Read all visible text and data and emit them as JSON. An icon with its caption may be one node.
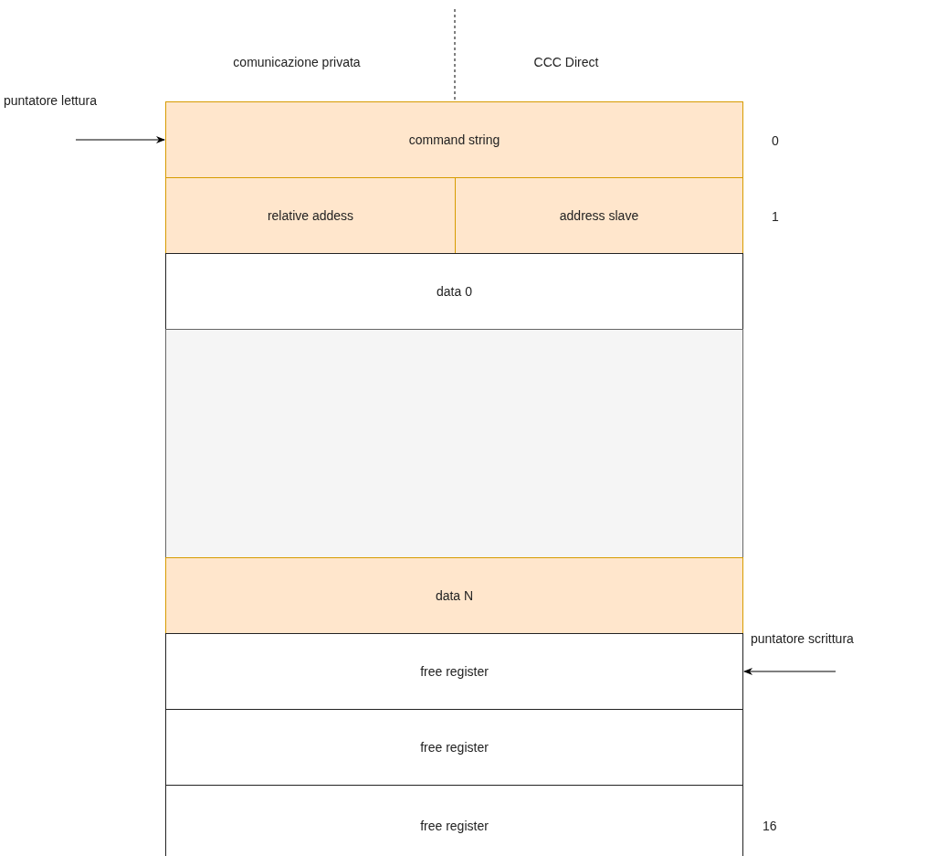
{
  "diagram": {
    "nodes": [
      {
        "text": [
          "command string"
        ]
      },
      {
        "text": [
          "relative addess"
        ]
      },
      {
        "text": [
          "address slave"
        ]
      },
      {
        "text": [
          "data 0"
        ]
      },
      {
        "text": [],
        "shape": "box"
      },
      {
        "text": [
          "data N"
        ]
      },
      {
        "text": [
          "free register"
        ]
      },
      {
        "text": [
          "free register"
        ]
      },
      {
        "text": [
          "free register"
        ]
      }
    ],
    "edges": [
      {
        "from": null,
        "to": 0,
        "arrow": "to"
      },
      {
        "from": null,
        "to": 6,
        "arrow": "to"
      }
    ],
    "labels": [
      "comunicazione privata",
      "CCC Direct",
      "puntatore lettura",
      "0",
      "1",
      "puntatore scrittura",
      "16"
    ]
  }
}
